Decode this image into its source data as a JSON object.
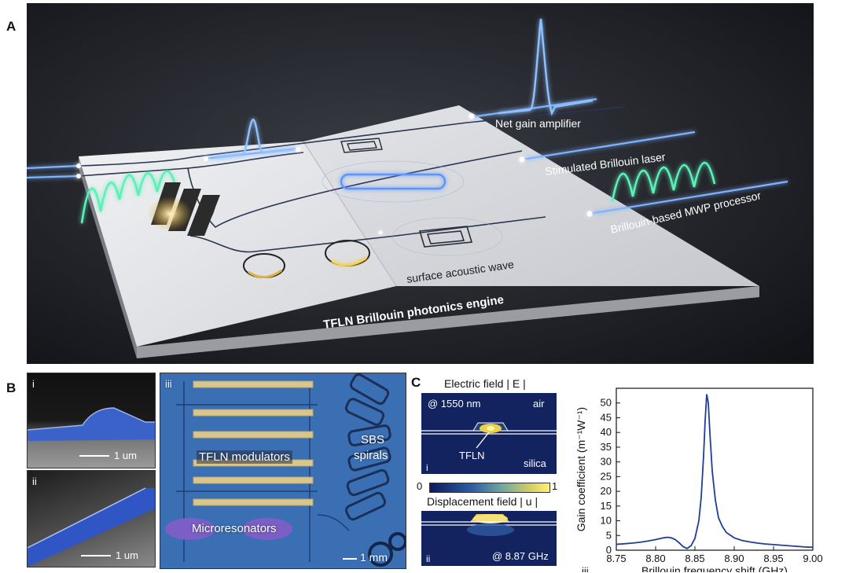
{
  "panels": {
    "a": "A",
    "b": "B",
    "c": "C"
  },
  "illustration": {
    "labels": {
      "net_gain": "Net gain amplifier",
      "sbl": "Stimulated Brillouin laser",
      "mwp": "Brillouin-based MWP processor",
      "saw": "surface acoustic wave",
      "engine": "TFLN Brillouin photonics engine"
    }
  },
  "sem": {
    "i": {
      "label": "i",
      "scale": "1 um"
    },
    "ii": {
      "label": "ii",
      "scale": "1 um"
    }
  },
  "micrograph": {
    "label": "iii",
    "modulators": "TFLN modulators",
    "spirals_line1": "SBS",
    "spirals_line2": "spirals",
    "resonators": "Microresonators",
    "scale": "1 mm"
  },
  "fields": {
    "electric_title": "Electric field | E |",
    "wavelength": "@ 1550 nm",
    "air": "air",
    "tfln": "TFLN",
    "silica": "silica",
    "i": "i",
    "cbar_min": "0",
    "cbar_max": "1",
    "displacement_title": "Displacement field | u |",
    "ii": "ii",
    "frequency": "@ 8.87 GHz"
  },
  "colors": {
    "accent_blue": "#1f3d99",
    "glow_blue": "#4e8cff",
    "glow_green": "#3fe6a8",
    "gold": "#e0b341"
  },
  "chart_data": {
    "type": "line",
    "panel_label": "iii",
    "xlabel": "Brillouin frequency shift (GHz)",
    "ylabel": "Gain coefficient (m⁻¹W⁻¹)",
    "xlim": [
      8.75,
      9.0
    ],
    "ylim": [
      0,
      55
    ],
    "xticks": [
      "8.75",
      "8.80",
      "8.85",
      "8.90",
      "8.95",
      "9.00"
    ],
    "yticks": [
      "0",
      "5",
      "10",
      "15",
      "20",
      "25",
      "30",
      "35",
      "40",
      "45",
      "50"
    ],
    "series": [
      {
        "x": [
          8.75,
          8.76,
          8.77,
          8.78,
          8.79,
          8.8,
          8.805,
          8.81,
          8.815,
          8.82,
          8.825,
          8.83,
          8.835,
          8.84,
          8.845,
          8.85,
          8.855,
          8.858,
          8.861,
          8.863,
          8.865,
          8.867,
          8.869,
          8.872,
          8.876,
          8.88,
          8.885,
          8.89,
          8.9,
          8.91,
          8.92,
          8.93,
          8.94,
          8.95,
          8.96,
          8.97,
          8.98,
          8.99,
          9.0
        ],
        "values": [
          2.0,
          2.2,
          2.4,
          2.7,
          3.1,
          3.6,
          3.9,
          4.2,
          4.4,
          4.2,
          3.6,
          2.5,
          1.2,
          0.6,
          1.5,
          4.0,
          10.0,
          18.0,
          32.0,
          44.0,
          53.0,
          50.0,
          40.0,
          27.0,
          17.0,
          11.0,
          8.0,
          6.0,
          4.2,
          3.3,
          2.8,
          2.4,
          2.1,
          1.9,
          1.7,
          1.5,
          1.3,
          1.1,
          1.0
        ]
      }
    ]
  }
}
